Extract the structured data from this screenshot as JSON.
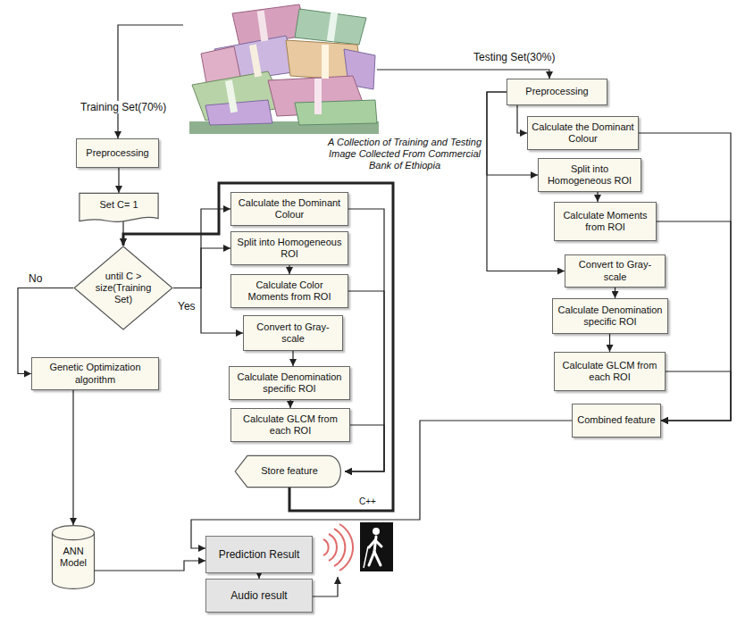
{
  "diagram": {
    "nodes": [
      {
        "text": [
          "Preprocessing"
        ]
      },
      {
        "text": [
          "Set C= 1"
        ]
      },
      {
        "text": [
          "until C > size(Training Set)"
        ]
      },
      {
        "text": [
          "Genetic Optimization algorithm"
        ]
      },
      {
        "text": [
          "ANN Model"
        ]
      },
      {
        "text": [
          "Calculate the Dominant Colour"
        ]
      },
      {
        "text": [
          "Split into Homogeneous ROI"
        ]
      },
      {
        "text": [
          "Calculate Color Moments from ROI"
        ]
      },
      {
        "text": [
          "Convert to Gray-scale"
        ]
      },
      {
        "text": [
          "Calculate Denomination specific ROI"
        ]
      },
      {
        "text": [
          "Calculate GLCM from each ROI"
        ]
      },
      {
        "text": [
          "Store feature"
        ]
      },
      {
        "text": [
          "Preprocessing"
        ]
      },
      {
        "text": [
          "Calculate the Dominant Colour"
        ]
      },
      {
        "text": [
          "Split into Homogeneous ROI"
        ]
      },
      {
        "text": [
          "Calculate Moments from ROI"
        ]
      },
      {
        "text": [
          "Convert to Gray-scale"
        ]
      },
      {
        "text": [
          "Calculate Denomination specific ROI"
        ]
      },
      {
        "text": [
          "Calculate GLCM from each ROI"
        ]
      },
      {
        "text": [
          "Combined feature"
        ]
      },
      {
        "text": [
          "Prediction Result"
        ]
      },
      {
        "text": [
          "Audio result"
        ]
      }
    ],
    "edges": [
      {
        "from": 0,
        "to": 1,
        "arrow": "to"
      },
      {
        "from": 1,
        "to": 2,
        "arrow": "to"
      },
      {
        "from": 2,
        "to": 3,
        "arrow": "to"
      },
      {
        "from": 2,
        "to": 5,
        "arrow": "to"
      },
      {
        "from": 2,
        "to": 6,
        "arrow": "to"
      },
      {
        "from": 2,
        "to": 8,
        "arrow": "to"
      },
      {
        "from": 6,
        "to": 7,
        "arrow": "to"
      },
      {
        "from": 8,
        "to": 9,
        "arrow": "to"
      },
      {
        "from": 9,
        "to": 10,
        "arrow": "to"
      },
      {
        "from": 5,
        "to": 11,
        "arrow": "to"
      },
      {
        "from": 7,
        "to": 11,
        "arrow": "to"
      },
      {
        "from": 10,
        "to": 11,
        "arrow": "to"
      },
      {
        "from": 11,
        "to": 2,
        "arrow": "to"
      },
      {
        "from": 3,
        "to": 4,
        "arrow": "to"
      },
      {
        "from": 4,
        "to": 20,
        "arrow": "to"
      },
      {
        "from": 20,
        "to": 21,
        "arrow": "to"
      },
      {
        "from": 12,
        "to": 13,
        "arrow": "to"
      },
      {
        "from": 12,
        "to": 14,
        "arrow": "to"
      },
      {
        "from": 12,
        "to": 16,
        "arrow": "to"
      },
      {
        "from": 14,
        "to": 15,
        "arrow": "to"
      },
      {
        "from": 16,
        "to": 17,
        "arrow": "to"
      },
      {
        "from": 17,
        "to": 18,
        "arrow": "to"
      },
      {
        "from": 13,
        "to": 19,
        "arrow": "to"
      },
      {
        "from": 15,
        "to": 19,
        "arrow": "to"
      },
      {
        "from": 18,
        "to": 19,
        "arrow": "to"
      },
      {
        "from": 19,
        "to": 20,
        "arrow": "to"
      }
    ],
    "labels": [
      "Training Set(70%)",
      "Testing Set(30%)",
      "A Collection of Training and Testing Image Collected From Commercial Bank of Ethiopia",
      "No",
      "Yes",
      "C++"
    ]
  }
}
